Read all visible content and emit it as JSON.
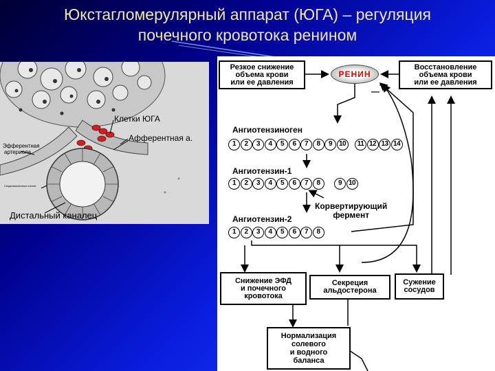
{
  "slide": {
    "title_line1": "Юкстагломерулярный аппарат (ЮГА) – регуляция",
    "title_line2": "почечного кровотока ренином"
  },
  "histology": {
    "label_jga_cells": "Клетки ЮГА",
    "label_afferent": "Афферентная а.",
    "label_efferent_1": "Эфферентная",
    "label_efferent_2": "артериола",
    "label_distal": "Дистальный каналец",
    "label_small": "Гладкомышечные клетки"
  },
  "scheme": {
    "trigger_box": [
      "Резкое снижение",
      "объема крови",
      "или ее давления"
    ],
    "renin_label": "РЕНИН",
    "restore_box": [
      "Восстановление",
      "объема крови",
      "или ее давления"
    ],
    "minus_1": "—",
    "minus_2": "—",
    "angiotensinogen_label": "Ангиотензиноген",
    "angiotensinogen_seq": [
      "1",
      "2",
      "3",
      "4",
      "5",
      "6",
      "7",
      "8",
      "9",
      "10",
      "11",
      "12",
      "13",
      "14"
    ],
    "angiotensin1_label": "Ангиотензин-1",
    "angiotensin1_seq": [
      "1",
      "2",
      "3",
      "4",
      "5",
      "6",
      "7",
      "8"
    ],
    "angiotensin1_cleaved": [
      "9",
      "10"
    ],
    "converting_enzyme": [
      "Корвертирующий",
      "фермент"
    ],
    "angiotensin2_label": "Ангиотензин-2",
    "angiotensin2_seq": [
      "1",
      "2",
      "3",
      "4",
      "5",
      "6",
      "7",
      "8"
    ],
    "effect_gfr": [
      "Снижение ЭФД",
      "и почечного",
      "кровотока"
    ],
    "effect_aldosterone": [
      "Секреция",
      "альдостерона"
    ],
    "effect_vessels": [
      "Сужение",
      "сосудов"
    ],
    "normalization_box": [
      "Нормализация",
      "солевого",
      "и",
      "водного",
      "баланса"
    ]
  },
  "colors": {
    "title": "#f0e6b0",
    "renin_text": "#e00000",
    "jga_cells": "#cc2222"
  }
}
